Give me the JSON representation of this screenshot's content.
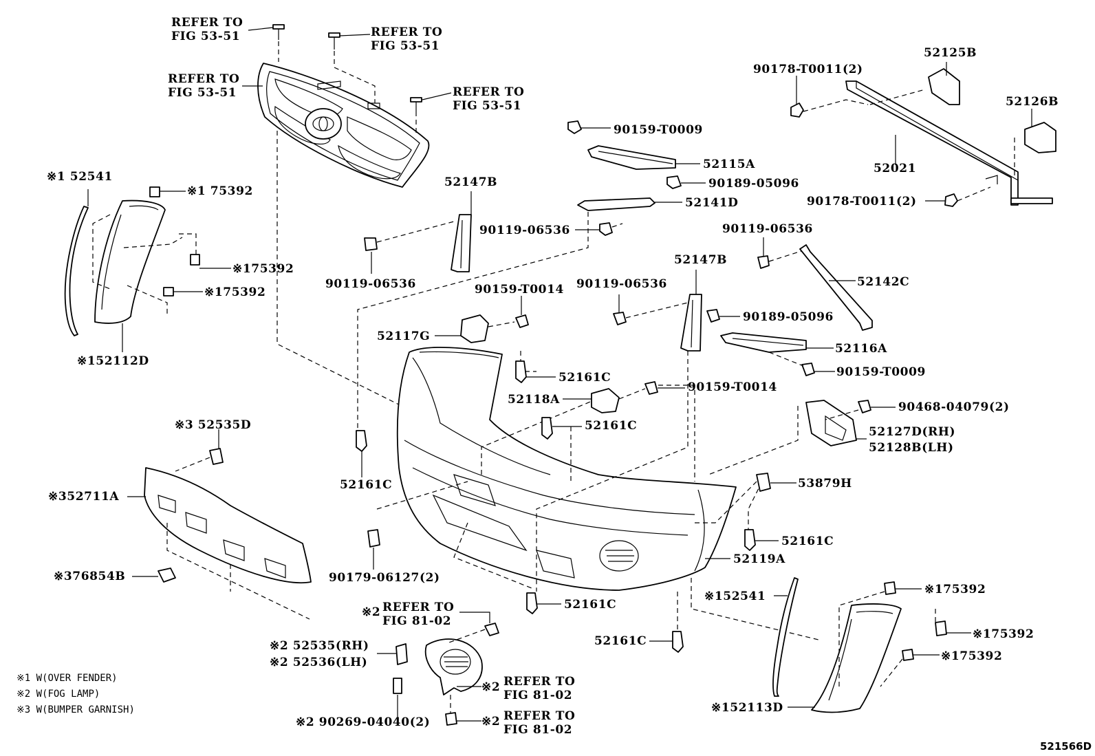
{
  "labels": {
    "refer_53_51_a": [
      "REFER TO",
      "FIG 53-51"
    ],
    "refer_53_51_b": [
      "REFER TO",
      "FIG 53-51"
    ],
    "refer_53_51_c": [
      "REFER TO",
      "FIG 53-51"
    ],
    "refer_53_51_d": [
      "REFER TO",
      "FIG 53-51"
    ],
    "p52125B": "52125B",
    "p52126B": "52126B",
    "p90178_top": "90178-T0011(2)",
    "p52021": "52021",
    "p90178_bot": "90178-T0011(2)",
    "p90159_T0009_a": "90159-T0009",
    "p52115A": "52115A",
    "p90189_a": "90189-05096",
    "p52141D": "52141D",
    "p90119_a": "90119-06536",
    "p52147B_a": "52147B",
    "p90119_b": "90119-06536",
    "p52541_a": "※1 52541",
    "p75392_a": "※1 75392",
    "p75392_b": "※175392",
    "p75392_c": "※175392",
    "p52112D": "※152112D",
    "p90119_c": "90119-06536",
    "p52147B_b": "52147B",
    "p52142C": "52142C",
    "p90159_T0014_a": "90159-T0014",
    "p90119_d": "90119-06536",
    "p52117G": "52117G",
    "p90189_b": "90189-05096",
    "p52116A": "52116A",
    "p52161C_a": "52161C",
    "p90159_T0009_b": "90159-T0009",
    "p52118A": "52118A",
    "p90159_T0014_b": "90159-T0014",
    "p52161C_b": "52161C",
    "p90468": "90468-04079(2)",
    "p52535D": "※3 52535D",
    "p52127D": "52127D(RH)",
    "p52128B": "52128B(LH)",
    "p52711A": "※352711A",
    "p52161C_c": "52161C",
    "p53879H": "53879H",
    "p52161C_d": "52161C",
    "p76854B": "※376854B",
    "p90179": "90179-06127(2)",
    "p52119A": "52119A",
    "p52161C_e": "52161C",
    "p52541_b": "※152541",
    "p75392_d": "※175392",
    "p75392_e": "※175392",
    "p75392_f": "※175392",
    "refer_81_02_a": [
      "※2",
      "REFER TO",
      "FIG 81-02"
    ],
    "p52535RH": "※2 52535(RH)",
    "p52536LH": "※2 52536(LH)",
    "p52161C_f": "52161C",
    "refer_81_02_b": [
      "※2",
      "REFER TO",
      "FIG 81-02"
    ],
    "refer_81_02_c": [
      "※2",
      "REFER TO",
      "FIG 81-02"
    ],
    "p90269": "※2 90269-04040(2)",
    "p52113D": "※152113D"
  },
  "footnotes": [
    "※1 W(OVER FENDER)",
    "※2 W(FOG LAMP)",
    "※3 W(BUMPER GARNISH)"
  ],
  "diagram_code": "521566D"
}
